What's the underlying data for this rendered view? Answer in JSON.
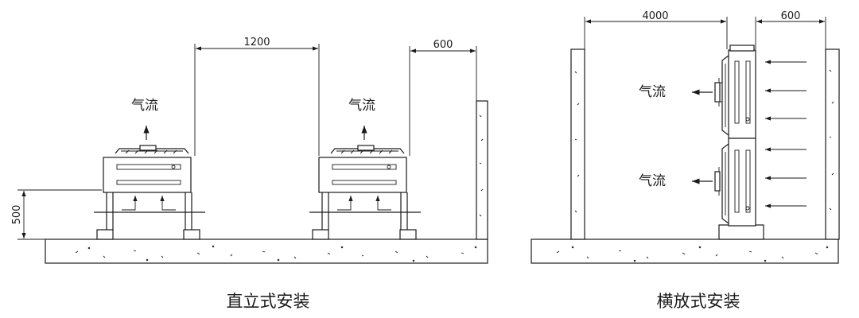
{
  "diagram": {
    "left": {
      "caption": "直立式安装",
      "dim_spacing": "1200",
      "dim_wall": "600",
      "dim_height": "500",
      "airflow_label_1": "气流",
      "airflow_label_2": "气流"
    },
    "right": {
      "caption": "横放式安装",
      "dim_spacing": "4000",
      "dim_wall": "600",
      "airflow_label_1": "气流",
      "airflow_label_2": "气流"
    }
  }
}
